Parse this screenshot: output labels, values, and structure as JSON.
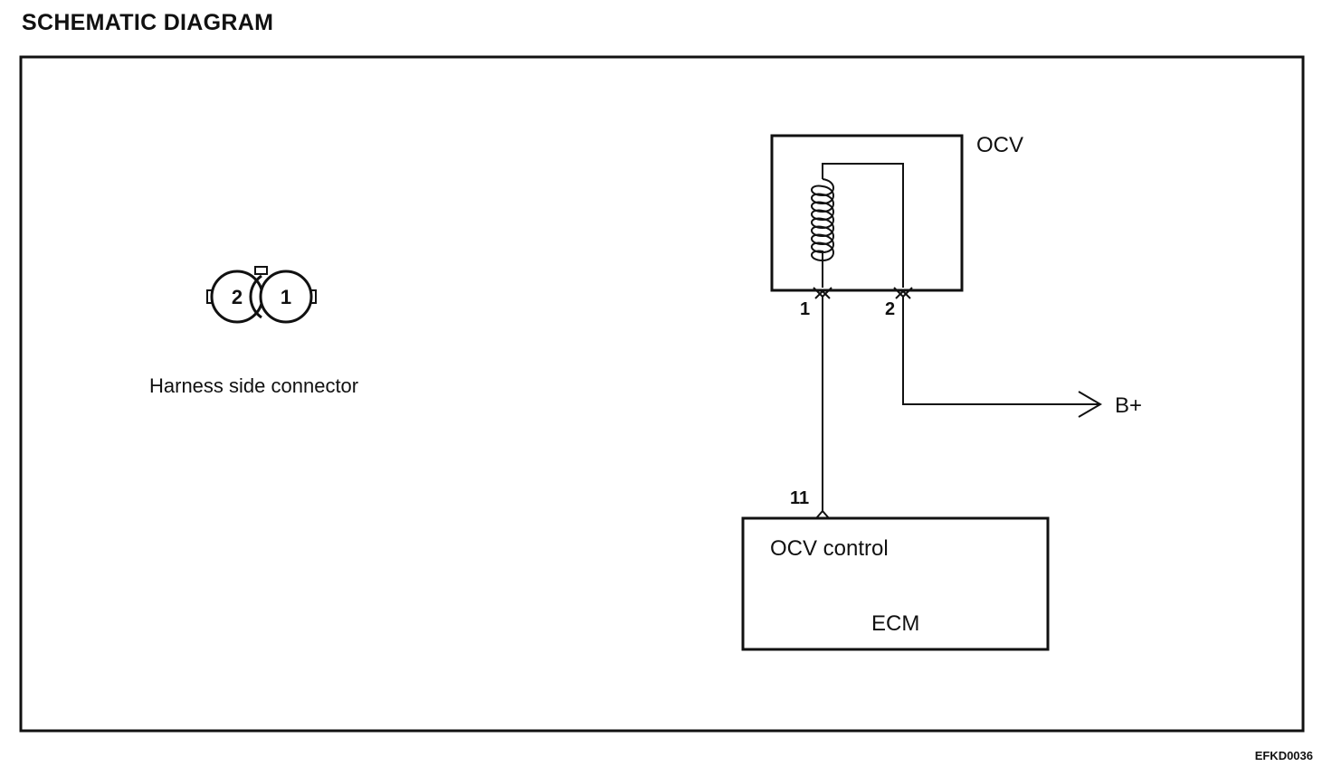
{
  "title": "SCHEMATIC DIAGRAM",
  "connector": {
    "pin_left": "2",
    "pin_right": "1",
    "caption": "Harness side connector"
  },
  "ocv": {
    "label": "OCV",
    "pin_1": "1",
    "pin_2": "2"
  },
  "power": {
    "label": "B+"
  },
  "ecm": {
    "pin": "11",
    "function_label": "OCV control",
    "label": "ECM"
  },
  "reference_code": "EFKD0036"
}
